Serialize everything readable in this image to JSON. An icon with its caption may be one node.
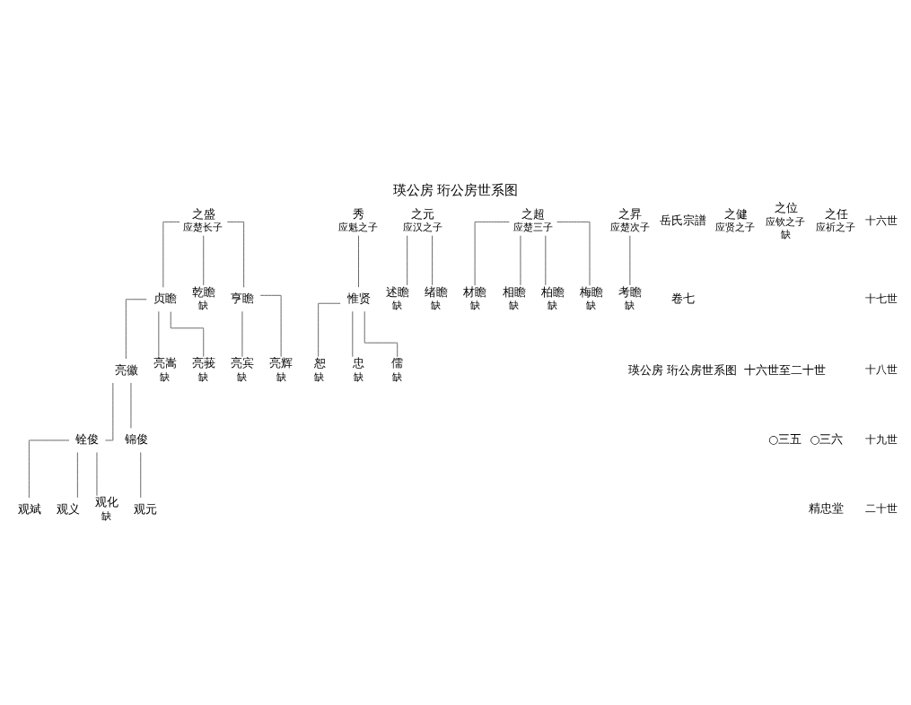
{
  "diagram": {
    "title": "瑛公房 珩公房世系图",
    "nodes": [
      {
        "text": [
          "之任"
        ],
        "beside": [
          "应祈之子"
        ]
      },
      {
        "text": [
          "之位"
        ],
        "beside": [
          "应钦之子",
          "缺"
        ]
      },
      {
        "text": [
          "之健"
        ],
        "beside": [
          "应贤之子"
        ]
      },
      {
        "text": [
          "之盛"
        ],
        "beside": [
          "应楚长子"
        ]
      },
      {
        "text": [
          "亨瞻"
        ]
      },
      {
        "text": [
          "乾瞻"
        ],
        "beside": [
          "缺"
        ]
      },
      {
        "text": [
          "贞瞻"
        ]
      },
      {
        "text": [
          "亮辉"
        ],
        "beside": [
          "缺"
        ]
      },
      {
        "text": [
          "亮宾"
        ],
        "beside": [
          "缺"
        ]
      },
      {
        "text": [
          "亮莪"
        ],
        "beside": [
          "缺"
        ]
      },
      {
        "text": [
          "亮嵩"
        ],
        "beside": [
          "缺"
        ]
      },
      {
        "text": [
          "亮徽"
        ]
      },
      {
        "text": [
          "锦俊"
        ]
      },
      {
        "text": [
          "铨俊"
        ]
      },
      {
        "text": [
          "观元"
        ]
      },
      {
        "text": [
          "观化"
        ],
        "beside": [
          "缺"
        ]
      },
      {
        "text": [
          "之昇"
        ],
        "beside": [
          "应楚次子"
        ]
      },
      {
        "text": [
          "之超"
        ],
        "beside": [
          "应楚三子"
        ]
      },
      {
        "text": [
          "之元"
        ],
        "beside": [
          "应汉之子"
        ]
      },
      {
        "text": [
          "秀"
        ],
        "beside": [
          "应魁之子"
        ]
      },
      {
        "text": [
          "考瞻"
        ],
        "beside": [
          "缺"
        ]
      },
      {
        "text": [
          "梅瞻"
        ],
        "beside": [
          "缺"
        ]
      },
      {
        "text": [
          "柏瞻"
        ],
        "beside": [
          "缺"
        ]
      },
      {
        "text": [
          "相瞻"
        ],
        "beside": [
          "缺"
        ]
      },
      {
        "text": [
          "材瞻"
        ],
        "beside": [
          "缺"
        ]
      },
      {
        "text": [
          "绪瞻"
        ],
        "beside": [
          "缺"
        ]
      },
      {
        "text": [
          "述瞻"
        ],
        "beside": [
          "缺"
        ]
      },
      {
        "text": [
          "惟贤"
        ]
      },
      {
        "text": [
          "儒"
        ],
        "beside": [
          "缺"
        ]
      },
      {
        "text": [
          "忠"
        ],
        "beside": [
          "缺"
        ]
      },
      {
        "text": [
          "恕"
        ],
        "beside": [
          "缺"
        ]
      },
      {
        "text": [
          "观义"
        ]
      },
      {
        "text": [
          "观斌"
        ]
      }
    ],
    "edges": [
      {
        "from": 3,
        "to": 4,
        "arrow": "none"
      },
      {
        "from": 3,
        "to": 5,
        "arrow": "none"
      },
      {
        "from": 3,
        "to": 6,
        "arrow": "none"
      },
      {
        "from": 4,
        "to": 7,
        "arrow": "none"
      },
      {
        "from": 4,
        "to": 8,
        "arrow": "none"
      },
      {
        "from": 6,
        "to": 9,
        "arrow": "none"
      },
      {
        "from": 6,
        "to": 10,
        "arrow": "none"
      },
      {
        "from": 6,
        "to": 11,
        "arrow": "none"
      },
      {
        "from": 11,
        "to": 12,
        "arrow": "none"
      },
      {
        "from": 11,
        "to": 13,
        "arrow": "none"
      },
      {
        "from": 12,
        "to": 14,
        "arrow": "none"
      },
      {
        "from": 13,
        "to": 15,
        "arrow": "none"
      },
      {
        "from": 13,
        "to": 31,
        "arrow": "none"
      },
      {
        "from": 13,
        "to": 32,
        "arrow": "none"
      },
      {
        "from": 16,
        "to": 20,
        "arrow": "none"
      },
      {
        "from": 17,
        "to": 21,
        "arrow": "none"
      },
      {
        "from": 17,
        "to": 22,
        "arrow": "none"
      },
      {
        "from": 17,
        "to": 23,
        "arrow": "none"
      },
      {
        "from": 17,
        "to": 24,
        "arrow": "none"
      },
      {
        "from": 18,
        "to": 25,
        "arrow": "none"
      },
      {
        "from": 18,
        "to": 26,
        "arrow": "none"
      },
      {
        "from": 19,
        "to": 27,
        "arrow": "none"
      },
      {
        "from": 27,
        "to": 28,
        "arrow": "none"
      },
      {
        "from": 27,
        "to": 29,
        "arrow": "none"
      },
      {
        "from": 27,
        "to": 30,
        "arrow": "none"
      }
    ],
    "labels": [
      "十六世",
      "十七世",
      "十八世",
      "十九世",
      "二十世",
      "岳氏宗譜",
      "卷七",
      "瑛公房 珩公房世系图",
      "十六世至二十世",
      "○三五",
      "○三六",
      "精忠堂"
    ]
  }
}
